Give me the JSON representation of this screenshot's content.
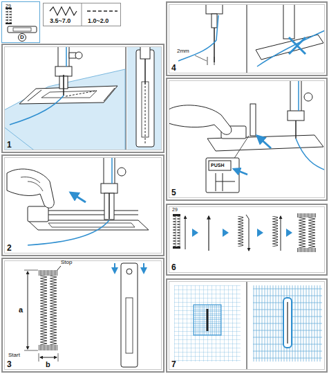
{
  "diagram": {
    "nodes": [
      {
        "text": [
          "29"
        ]
      },
      {
        "text": [
          "3.5~7.0",
          "1.0~2.0"
        ]
      },
      {
        "text": [
          "1"
        ]
      },
      {
        "text": [
          "2"
        ]
      },
      {
        "text": [
          "3"
        ]
      },
      {
        "text": [
          "4"
        ]
      },
      {
        "text": [
          "5"
        ]
      },
      {
        "text": [
          "6"
        ]
      },
      {
        "text": [
          "7"
        ]
      }
    ],
    "labels": [
      "D",
      "Stop",
      "a",
      "Start",
      "b",
      "2mm",
      "PUSH",
      "29"
    ]
  }
}
